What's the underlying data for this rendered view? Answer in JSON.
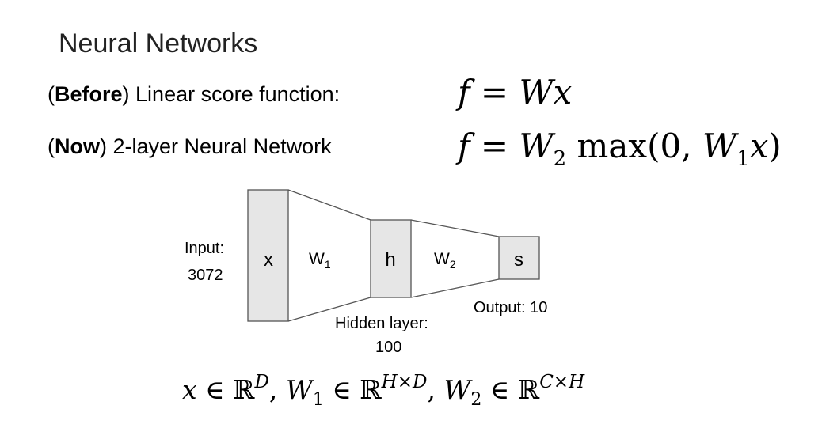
{
  "slide": {
    "title": "Neural Networks",
    "before": {
      "open": "(",
      "keyword": "Before",
      "close": ")",
      "text": " Linear score function:"
    },
    "now": {
      "open": "(",
      "keyword": "Now",
      "close": ")",
      "text": " 2-layer Neural Network"
    },
    "eq_before": {
      "f": "f",
      "eq": " = ",
      "W": "W",
      "x": "x"
    },
    "eq_now": {
      "f": "f",
      "eq": " = ",
      "W2": "W",
      "sub2": "2",
      "max": " max(0, ",
      "W1": "W",
      "sub1": "1",
      "x": "x",
      "close": ")"
    }
  },
  "diagram": {
    "input_label_1": "Input:",
    "input_label_2": "3072",
    "x_box": "x",
    "w1_label": "W",
    "w1_sub": "1",
    "h_box": "h",
    "w2_label": "W",
    "w2_sub": "2",
    "s_box": "s",
    "hidden_label_1": "Hidden layer:",
    "hidden_label_2": "100",
    "output_label": "Output: 10",
    "colors": {
      "box_fill": "#e6e6e6",
      "stroke": "#555555"
    }
  },
  "dims": {
    "x": "x",
    "in1": " ∈ ℝ",
    "D": "D",
    "c1": ", ",
    "W1": "W",
    "W1sub": "1",
    "in2": " ∈ ℝ",
    "HD": "H×D",
    "c2": ", ",
    "W2": "W",
    "W2sub": "2",
    "in3": " ∈ ℝ",
    "CH": "C×H"
  }
}
